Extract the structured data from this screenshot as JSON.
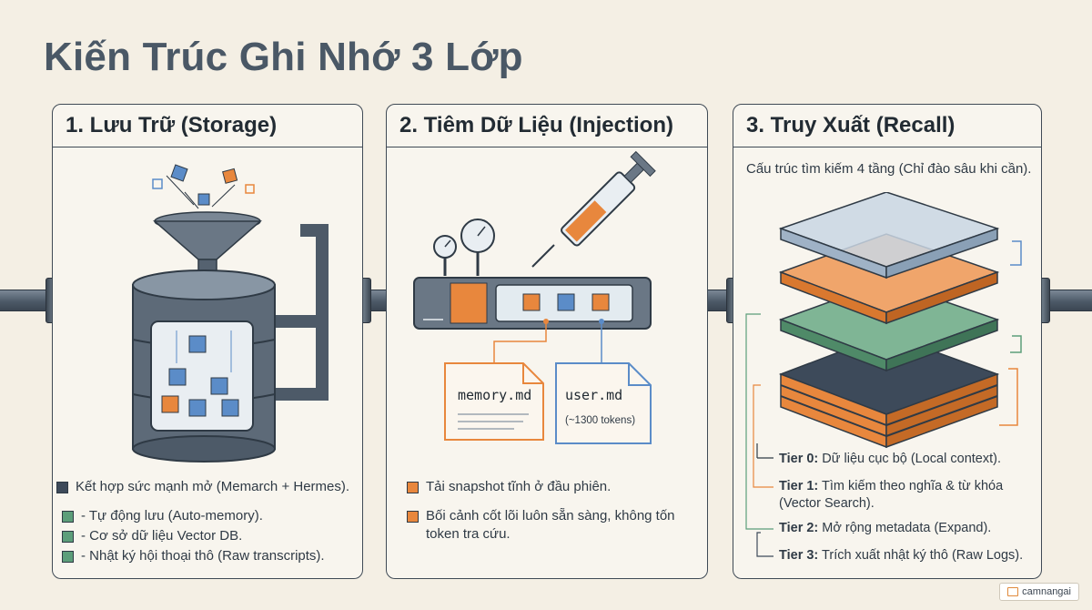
{
  "title": "Kiến Trúc Ghi Nhớ 3 Lớp",
  "colors": {
    "navy": "#3d4a5a",
    "orange": "#e8873d",
    "green": "#5c9e7a",
    "blue": "#5b8cc8",
    "steel": "#5a6674"
  },
  "storage": {
    "heading": "1. Lưu Trữ (Storage)",
    "bullets": [
      {
        "text": "Kết hợp sức mạnh mở (Memarch + Hermes).",
        "color": "#3d4a5a"
      },
      {
        "text": "- Tự động lưu (Auto-memory).",
        "color": "#5c9e7a"
      },
      {
        "text": "- Cơ sở dữ liệu Vector DB.",
        "color": "#5c9e7a"
      },
      {
        "text": "- Nhật ký hội thoại thô (Raw transcripts).",
        "color": "#5c9e7a"
      }
    ]
  },
  "injection": {
    "heading": "2. Tiêm Dữ Liệu (Injection)",
    "doc_memory": "memory.md",
    "doc_user": "user.md",
    "doc_user_tokens": "(~1300 tokens)",
    "bullets": [
      {
        "text": "Tải snapshot tĩnh ở đầu phiên.",
        "color": "#e8873d"
      },
      {
        "text": "Bối cảnh cốt lõi luôn sẵn sàng, không tốn token tra cứu.",
        "color": "#e8873d"
      }
    ]
  },
  "recall": {
    "heading": "3. Truy Xuất (Recall)",
    "subtitle": "Cấu trúc tìm kiếm 4 tầng (Chỉ đào sâu khi cần).",
    "tiers": [
      {
        "label": "Tier 0:",
        "text": "Dữ liệu cục bộ (Local context)."
      },
      {
        "label": "Tier 1:",
        "text": "Tìm kiếm theo nghĩa & từ khóa (Vector Search)."
      },
      {
        "label": "Tier 2:",
        "text": "Mở rộng metadata (Expand)."
      },
      {
        "label": "Tier 3:",
        "text": "Trích xuất nhật ký thô (Raw Logs)."
      }
    ]
  },
  "watermark": "camnangai"
}
